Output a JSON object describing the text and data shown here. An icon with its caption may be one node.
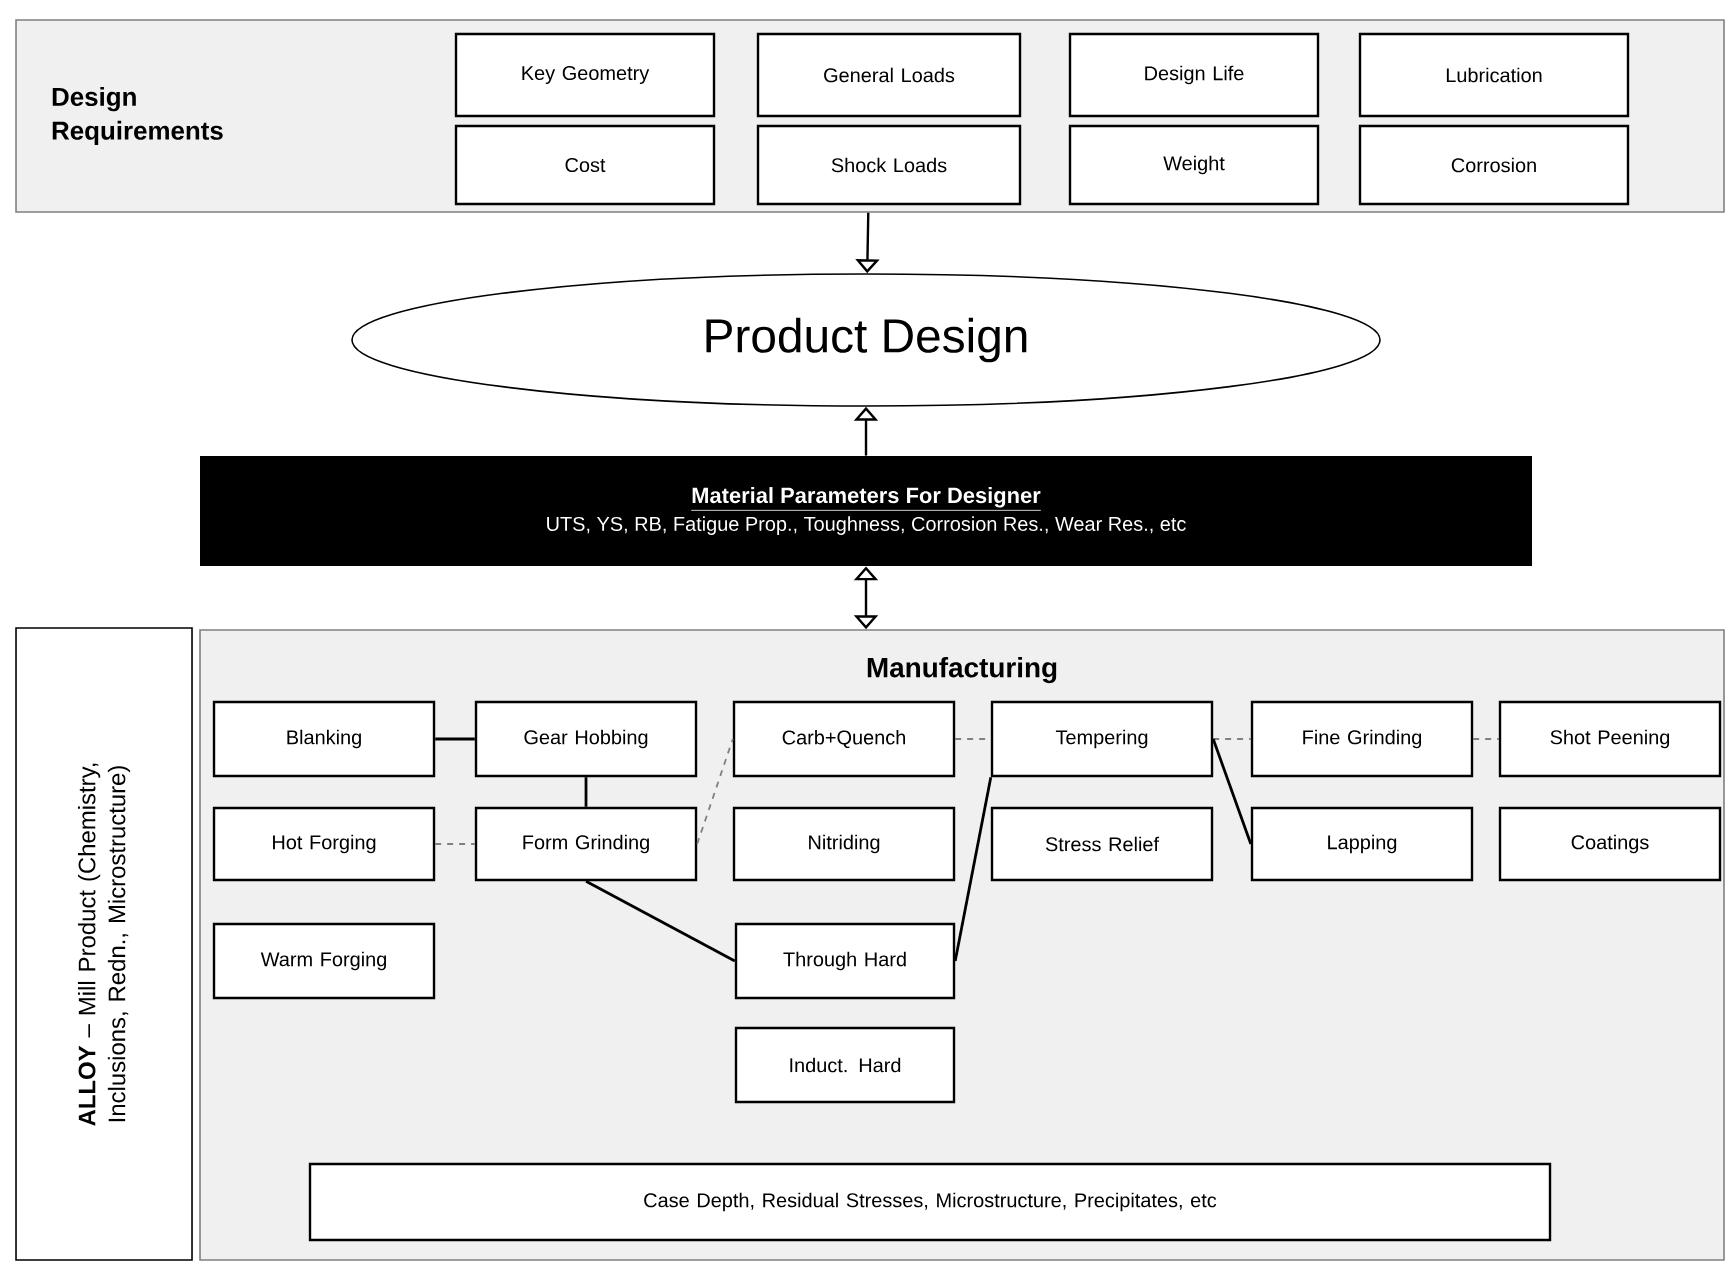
{
  "diagram": {
    "nodes": [
      {
        "text": [
          "Design Requirements"
        ]
      },
      {
        "text": [
          "Key Geometry"
        ],
        "in": 0
      },
      {
        "text": [
          "General Loads"
        ],
        "in": 0
      },
      {
        "text": [
          "Design Life"
        ],
        "in": 0
      },
      {
        "text": [
          "Lubrication"
        ],
        "in": 0
      },
      {
        "text": [
          "Cost"
        ],
        "in": 0
      },
      {
        "text": [
          "Shock Loads"
        ],
        "in": 0
      },
      {
        "text": [
          "Weight"
        ],
        "in": 0
      },
      {
        "text": [
          "Corrosion"
        ],
        "in": 0
      },
      {
        "text": [
          "Product Design"
        ]
      },
      {
        "text": [
          "Material Parameters For Designer",
          "UTS, YS, RB, Fatigue Prop., Toughness, Corrosion Res., Wear Res., etc"
        ]
      },
      {
        "text": [
          "**ALLOY** – Mill Product (Chemistry, Inclusions, Redn., Microstructure)"
        ]
      },
      {
        "text": [
          "Manufacturing"
        ]
      },
      {
        "text": [
          "Blanking"
        ],
        "in": 12
      },
      {
        "text": [
          "Gear Hobbing"
        ],
        "in": 12
      },
      {
        "text": [
          "Carb+Quench"
        ],
        "in": 12
      },
      {
        "text": [
          "Tempering"
        ],
        "in": 12
      },
      {
        "text": [
          "Fine Grinding"
        ],
        "in": 12
      },
      {
        "text": [
          "Shot Peening"
        ],
        "in": 12
      },
      {
        "text": [
          "Hot Forging"
        ],
        "in": 12
      },
      {
        "text": [
          "Form Grinding"
        ],
        "in": 12
      },
      {
        "text": [
          "Nitriding"
        ],
        "in": 12
      },
      {
        "text": [
          "Stress Relief"
        ],
        "in": 12
      },
      {
        "text": [
          "Lapping"
        ],
        "in": 12
      },
      {
        "text": [
          "Coatings"
        ],
        "in": 12
      },
      {
        "text": [
          "Warm Forging"
        ],
        "in": 12
      },
      {
        "text": [
          "Through Hard"
        ],
        "in": 12
      },
      {
        "text": [
          "Induct. Hard"
        ],
        "in": 12
      },
      {
        "text": [
          "Case Depth, Residual Stresses, Microstructure, Precipitates, etc"
        ],
        "in": 12
      }
    ],
    "edges": [
      {
        "from": 0,
        "to": 9,
        "arrow": "to"
      },
      {
        "from": 10,
        "to": 9,
        "arrow": "to"
      },
      {
        "from": 10,
        "to": 12,
        "arrow": "both"
      },
      {
        "from": 13,
        "to": 14,
        "arrow": "none"
      },
      {
        "from": 14,
        "to": 20,
        "arrow": "none"
      },
      {
        "from": 19,
        "to": 20,
        "arrow": "none",
        "style": "dashed",
        "color": "#808080"
      },
      {
        "from": 20,
        "to": 15,
        "arrow": "none",
        "style": "dashed",
        "color": "#808080"
      },
      {
        "from": 15,
        "to": 16,
        "arrow": "none",
        "style": "dashed",
        "color": "#808080"
      },
      {
        "from": 20,
        "to": 26,
        "arrow": "none"
      },
      {
        "from": 26,
        "to": 16,
        "arrow": "none"
      },
      {
        "from": 16,
        "to": 17,
        "arrow": "none",
        "style": "dashed",
        "color": "#808080"
      },
      {
        "from": 17,
        "to": 18,
        "arrow": "none",
        "style": "dashed",
        "color": "#808080"
      },
      {
        "from": 16,
        "to": 23,
        "arrow": "none"
      }
    ]
  }
}
